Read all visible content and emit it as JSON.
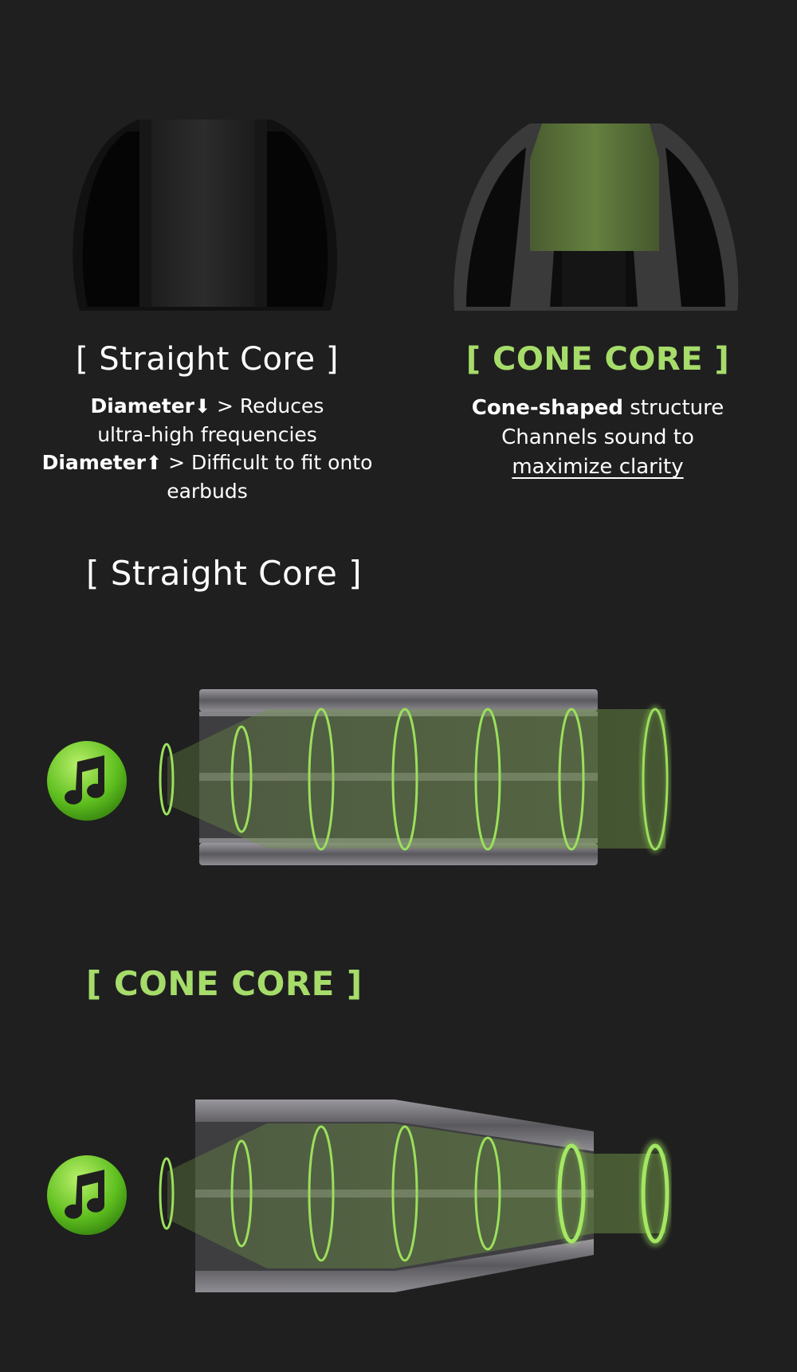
{
  "top": {
    "straight": {
      "title": "[ Straight Core ]",
      "line1_bold": "Diameter",
      "line1_arrow": "⬇",
      "line1_rest": " > Reduces",
      "line2": "ultra-high frequencies",
      "line3_bold": "Diameter",
      "line3_arrow": "⬆",
      "line3_rest": " > Difficult to fit onto earbuds"
    },
    "cone": {
      "title": "[ CONE CORE ]",
      "line1_bold": "Cone-shaped",
      "line1_rest": " structure",
      "line2": "Channels sound to",
      "line3": "maximize clarity"
    }
  },
  "sections": {
    "straight_title": "[ Straight Core ]",
    "cone_title": "[ CONE CORE ]"
  },
  "colors": {
    "background": "#1f1f1f",
    "accent_green": "#a6dc6a",
    "ring_green": "#9be05c",
    "tube_gray": "#8f8d93",
    "tip_green": "#5a6e3c"
  },
  "icons": [
    "music-note-icon",
    "music-note-icon"
  ]
}
